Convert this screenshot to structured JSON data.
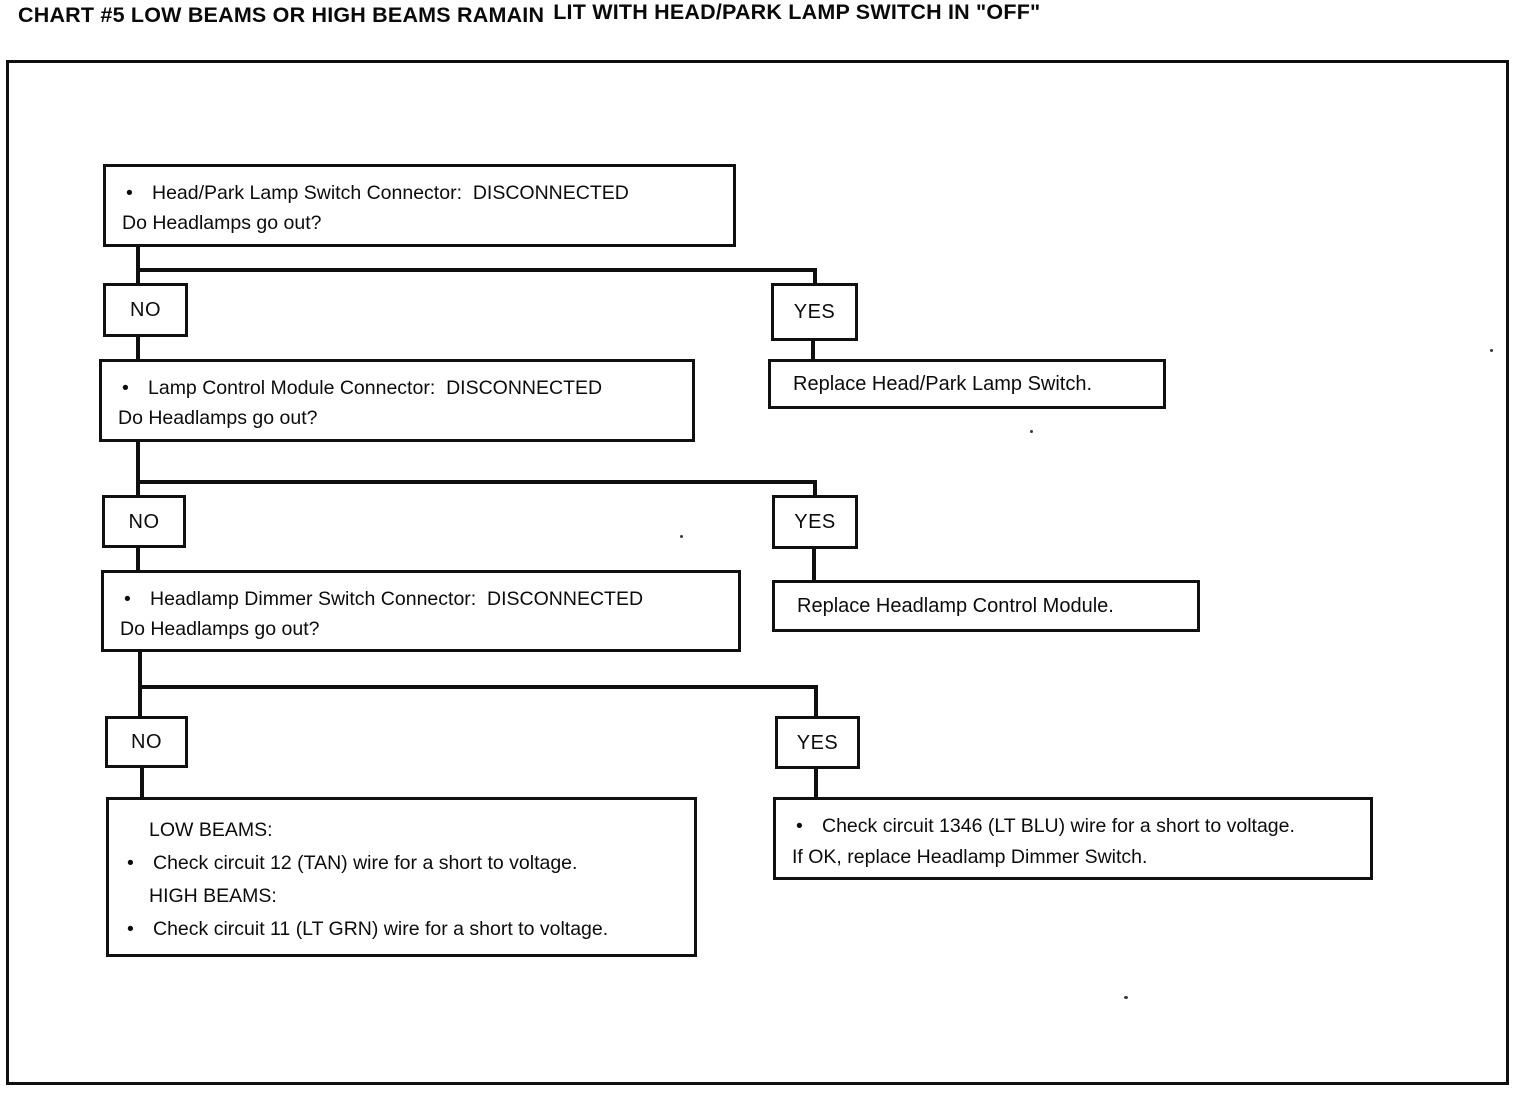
{
  "title": {
    "segment1": "CHART #5 LOW BEAMS OR HIGH BEAMS RAMAIN",
    "segment2": "LIT WITH HEAD/PARK LAMP SWITCH IN \"OFF\""
  },
  "labels": {
    "no": "NO",
    "yes": "YES",
    "bullet": "•"
  },
  "steps": {
    "q1": {
      "line1": "Head/Park Lamp Switch Connector:  DISCONNECTED",
      "line2": "Do Headlamps go out?"
    },
    "q1_yes_action": "Replace Head/Park Lamp Switch.",
    "q2": {
      "line1": "Lamp Control Module Connector:  DISCONNECTED",
      "line2": "Do Headlamps go out?"
    },
    "q2_yes_action": "Replace Headlamp Control Module.",
    "q3": {
      "line1": "Headlamp Dimmer Switch Connector:  DISCONNECTED",
      "line2": "Do Headlamps go out?"
    },
    "q3_yes_action": {
      "line1": "Check circuit 1346 (LT BLU) wire for a short to voltage.",
      "line2": "If OK, replace Headlamp Dimmer Switch."
    },
    "q3_no_action": {
      "heading1": "LOW BEAMS:",
      "item1": "Check circuit 12 (TAN) wire for a short to voltage.",
      "heading2": "HIGH BEAMS:",
      "item2": "Check circuit 11 (LT GRN) wire for a short to voltage."
    }
  },
  "colors": {
    "ink": "#0f0f0f",
    "paper": "#ffffff"
  }
}
